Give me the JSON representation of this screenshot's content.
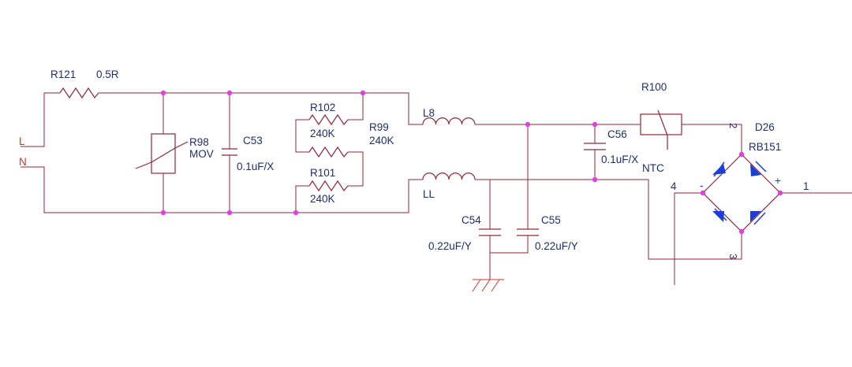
{
  "colors": {
    "wire": "#8b2a3a",
    "component": "#8b2a3a",
    "label": "#1f2f6b",
    "terminal_label": "#c0392b",
    "junction": "#e040e0",
    "diode": "#1a3fd6"
  },
  "terminals": {
    "line": "L",
    "neutral": "N"
  },
  "components": {
    "r121": {
      "ref": "R121",
      "value": "0.5R"
    },
    "r98": {
      "ref": "R98",
      "value": "MOV"
    },
    "c53": {
      "ref": "C53",
      "value": "0.1uF/X"
    },
    "r102": {
      "ref": "R102",
      "value": "240K"
    },
    "r101": {
      "ref": "R101",
      "value": "240K"
    },
    "r99": {
      "ref": "R99",
      "value": "240K"
    },
    "l8": {
      "ref": "L8"
    },
    "ll": {
      "ref": "LL"
    },
    "c54": {
      "ref": "C54",
      "value": "0.22uF/Y"
    },
    "c55": {
      "ref": "C55",
      "value": "0.22uF/Y"
    },
    "c56": {
      "ref": "C56",
      "value": "0.1uF/X"
    },
    "r100": {
      "ref": "R100",
      "value": "NTC"
    },
    "d26": {
      "ref": "D26",
      "value": "RB151"
    }
  },
  "bridge_pins": {
    "p1": "1",
    "p2": "2",
    "p3": "3",
    "p4": "4",
    "minus": "-",
    "plus": "+"
  }
}
